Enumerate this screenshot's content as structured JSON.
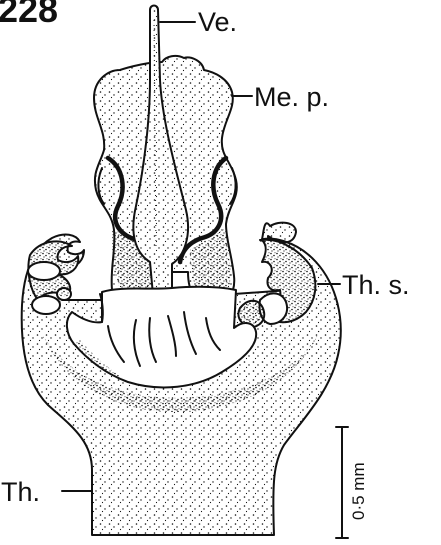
{
  "figure": {
    "number": "228"
  },
  "labels": {
    "vesica": "Ve.",
    "median_plate": "Me. p.",
    "theca_spine": "Th. s.",
    "theca": "Th."
  },
  "scale_bar": {
    "label": "0·5 mm"
  },
  "colors": {
    "ink": "#111111",
    "paper": "#ffffff"
  }
}
